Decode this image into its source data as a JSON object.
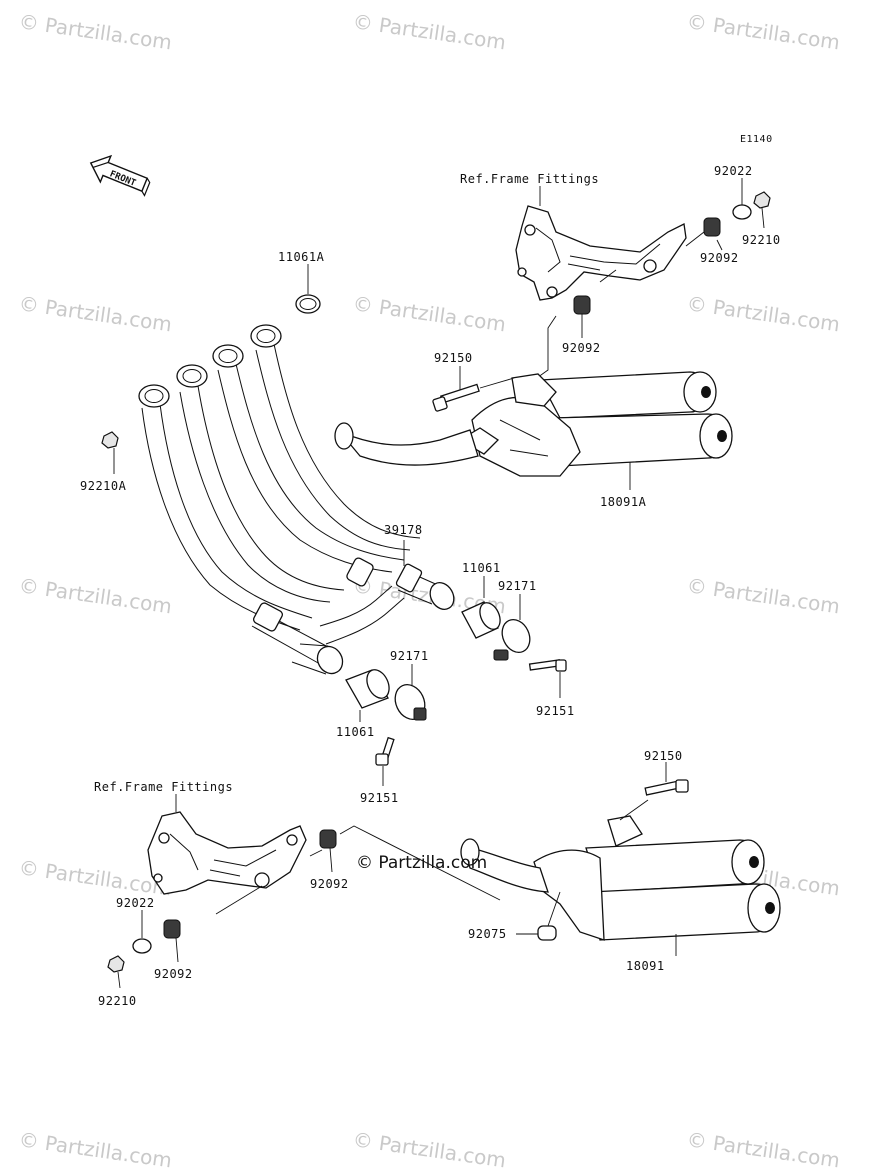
{
  "diagram_code": "E1140",
  "front_label": "FRONT",
  "watermark_text": "© Partzilla.com",
  "center_watermark": "© Partzilla.com",
  "ref_labels": {
    "upper": "Ref.Frame Fittings",
    "lower": "Ref.Frame Fittings"
  },
  "part_labels": {
    "p92022_top": "92022",
    "p92210_top": "92210",
    "p92092_top_right": "92092",
    "p92092_top_mid": "92092",
    "p11061A": "11061A",
    "p92150_top": "92150",
    "p92210A": "92210A",
    "p18091A": "18091A",
    "p39178": "39178",
    "p11061_right": "11061",
    "p92171_right": "92171",
    "p92171_left": "92171",
    "p92151_right": "92151",
    "p11061_left": "11061",
    "p92151_left": "92151",
    "p92150_bottom": "92150",
    "p92092_bottom_mid": "92092",
    "p92022_bottom": "92022",
    "p92092_bottom_left": "92092",
    "p92075": "92075",
    "p18091": "18091",
    "p92210_bottom": "92210"
  },
  "colors": {
    "line": "#111111",
    "watermark": "#c9c9c9",
    "background": "#ffffff"
  }
}
